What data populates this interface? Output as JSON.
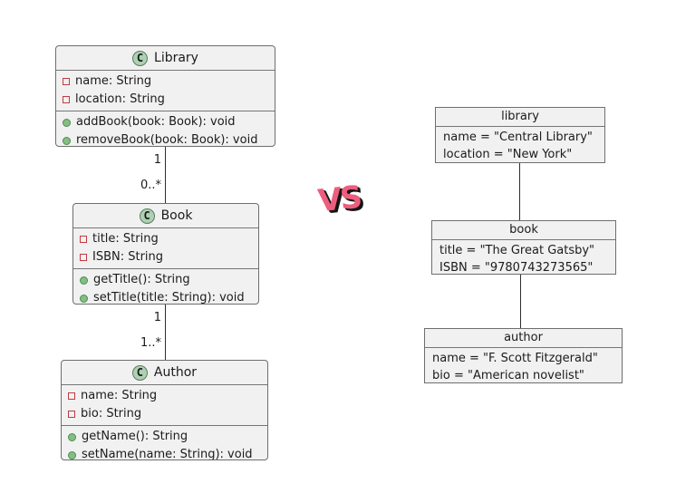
{
  "vs_label": "VS",
  "class_diagram": {
    "classes": [
      {
        "name": "Library",
        "icon_letter": "C",
        "attributes": [
          "name: String",
          "location: String"
        ],
        "methods": [
          "addBook(book: Book): void",
          "removeBook(book: Book): void"
        ]
      },
      {
        "name": "Book",
        "icon_letter": "C",
        "attributes": [
          "title: String",
          "ISBN: String"
        ],
        "methods": [
          "getTitle(): String",
          "setTitle(title: String): void"
        ]
      },
      {
        "name": "Author",
        "icon_letter": "C",
        "attributes": [
          "name: String",
          "bio: String"
        ],
        "methods": [
          "getName(): String",
          "setName(name: String): void"
        ]
      }
    ],
    "associations": [
      {
        "source_multiplicity": "1",
        "target_multiplicity": "0..*"
      },
      {
        "source_multiplicity": "1",
        "target_multiplicity": "1..*"
      }
    ]
  },
  "object_diagram": {
    "objects": [
      {
        "name": "library",
        "slots": [
          "name = \"Central Library\"",
          "location = \"New York\""
        ]
      },
      {
        "name": "book",
        "slots": [
          "title = \"The Great Gatsby\"",
          "ISBN = \"9780743273565\""
        ]
      },
      {
        "name": "author",
        "slots": [
          "name = \"F. Scott Fitzgerald\"",
          "bio = \"American novelist\""
        ]
      }
    ]
  },
  "colors": {
    "box_fill": "#F1F1F1",
    "box_border": "#6E6E6E",
    "class_icon_fill": "#ADD1B2",
    "field_icon_color": "#C13B42",
    "method_icon_color": "#84BE84",
    "edge_color": "#2E2E2E",
    "vs_text": "#ED5E7E",
    "vs_shadow": "#141414"
  }
}
